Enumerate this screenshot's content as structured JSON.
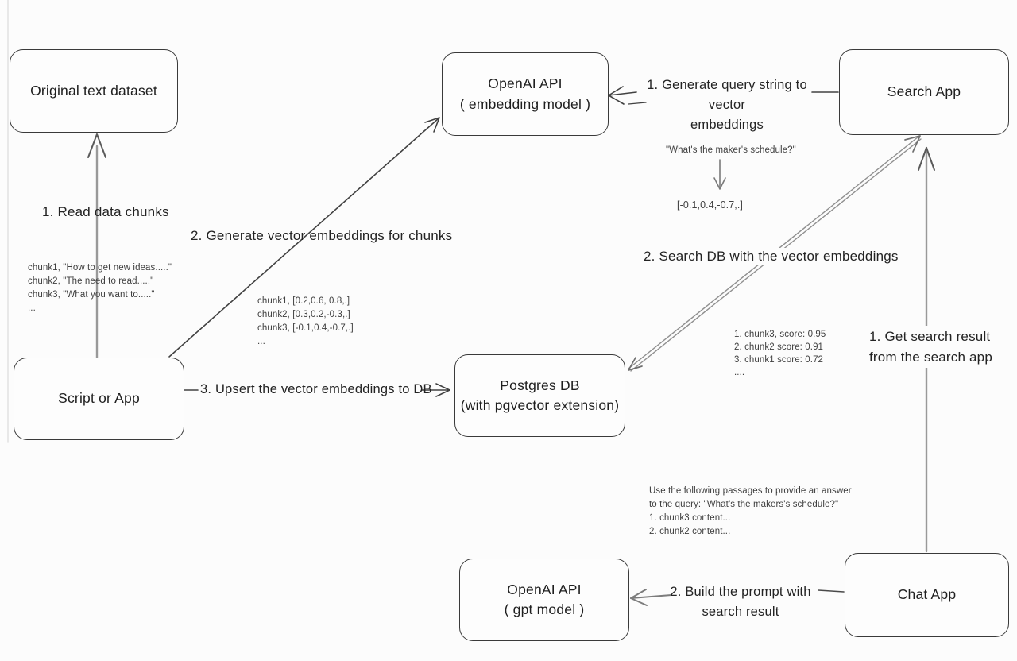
{
  "nodes": {
    "original": {
      "label": "Original text dataset"
    },
    "embed_api": {
      "line1": "OpenAI API",
      "line2": "( embedding model )"
    },
    "search": {
      "label": "Search App"
    },
    "script": {
      "label": "Script or App"
    },
    "postgres": {
      "line1": "Postgres DB",
      "line2": "(with pgvector extension)"
    },
    "gpt_api": {
      "line1": "OpenAI API",
      "line2": "( gpt model )"
    },
    "chat": {
      "label": "Chat App"
    }
  },
  "labels": {
    "read_chunks": "1. Read data chunks",
    "gen_embeddings": "2. Generate vector embeddings for chunks",
    "upsert": "3. Upsert the vector embeddings  to DB",
    "gen_query_1": "1. Generate query string to vector",
    "gen_query_2": "embeddings",
    "search_db": "2. Search DB with the vector embeddings",
    "get_result_1": "1. Get search result",
    "get_result_2": "from the search app",
    "build_prompt_1": "2. Build the prompt with",
    "build_prompt_2": "search result"
  },
  "annotations": {
    "chunks": [
      "chunk1, \"How to get new ideas.....\"",
      "chunk2, \"The need to read.....\"",
      "chunk3, \"What you want to.....\"",
      "..."
    ],
    "vectors": [
      "chunk1, [0.2,0.6, 0.8,.]",
      "chunk2, [0.3,0.2,-0.3,.]",
      "chunk3, [-0.1,0.4,-0.7,.]",
      "..."
    ],
    "query": "\"What's the maker's schedule?\"",
    "query_vector": "[-0.1,0.4,-0.7,.]",
    "scores": [
      "1. chunk3, score: 0.95",
      "2. chunk2 score: 0.91",
      "3. chunk1 score: 0.72",
      "...."
    ],
    "prompt": [
      "Use the following passages to provide an answer",
      "to the query: \"What's the makers's schedule?\"",
      "1. chunk3 content...",
      "2. chunk2 content..."
    ]
  },
  "colors": {
    "background": "#fcfcfc",
    "box_border": "#3a3a3a",
    "text": "#242424",
    "annotation_text": "#3f3f3f",
    "arrow_dark": "#414141",
    "arrow_gray": "#8f8f8f"
  }
}
